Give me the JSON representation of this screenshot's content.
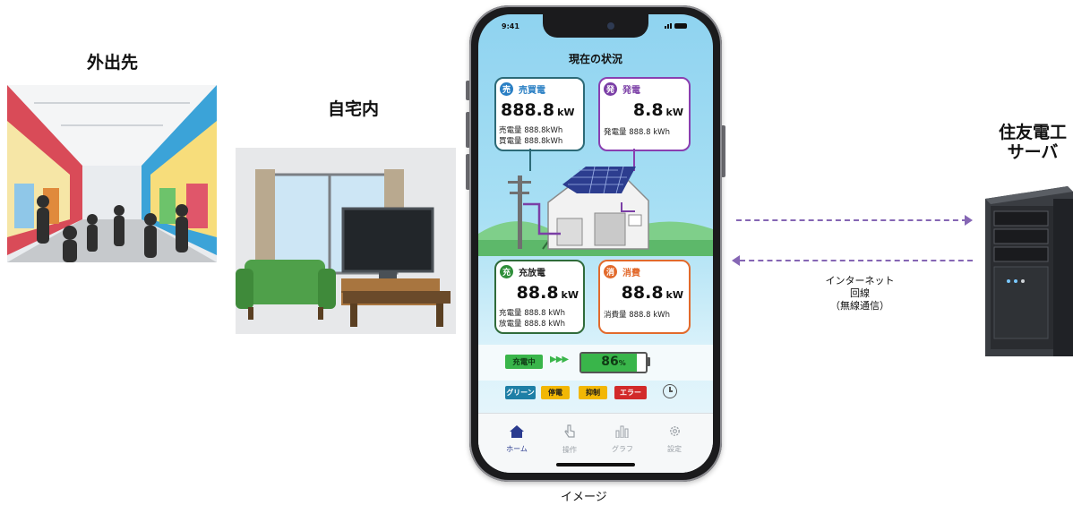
{
  "labels": {
    "outside": "外出先",
    "home": "自宅内",
    "server_line1": "住友電工",
    "server_line2": "サーバ",
    "image_caption": "イメージ",
    "network_line1": "インターネット",
    "network_line2": "回線",
    "network_line3": "（無線通信）"
  },
  "phone": {
    "status_time": "9:41",
    "title": "現在の状況",
    "cards": {
      "trade": {
        "badge": "売",
        "title": "売買電",
        "value": "888.8",
        "unit": "kW",
        "line1": "売電量 888.8kWh",
        "line2": "買電量 888.8kWh",
        "color": "#2a7fc4"
      },
      "generation": {
        "badge": "発",
        "title": "発電",
        "value": "8.8",
        "unit": "kW",
        "line1": "発電量 888.8 kWh",
        "color": "#7b3fa6"
      },
      "battery": {
        "badge": "充",
        "title": "充放電",
        "value": "88.8",
        "unit": "kW",
        "line1": "充電量 888.8 kWh",
        "line2": "放電量 888.8 kWh",
        "color": "#2f8f3a"
      },
      "consumption": {
        "badge": "消",
        "title": "消費",
        "value": "88.8",
        "unit": "kW",
        "line1": "消費量 888.8 kWh",
        "color": "#e26a2c"
      }
    },
    "charging": {
      "status_label": "充電中",
      "arrows": "▶▶▶",
      "percent_value": "86",
      "percent_sign": "%",
      "level": 0.86
    },
    "modes": [
      {
        "label": "グリーン",
        "bg": "#1e7fa6",
        "fg": "#ffffff"
      },
      {
        "label": "停電",
        "bg": "#f2b705",
        "fg": "#1a1a1a"
      },
      {
        "label": "抑制",
        "bg": "#f2b705",
        "fg": "#1a1a1a"
      },
      {
        "label": "エラー",
        "bg": "#d22a2a",
        "fg": "#ffffff"
      }
    ],
    "tabs": [
      {
        "label": "ホーム",
        "icon": "home-icon",
        "active": true
      },
      {
        "label": "操作",
        "icon": "pointer-icon",
        "active": false
      },
      {
        "label": "グラフ",
        "icon": "bar-graph-icon",
        "active": false
      },
      {
        "label": "設定",
        "icon": "gear-icon",
        "active": false
      }
    ]
  }
}
